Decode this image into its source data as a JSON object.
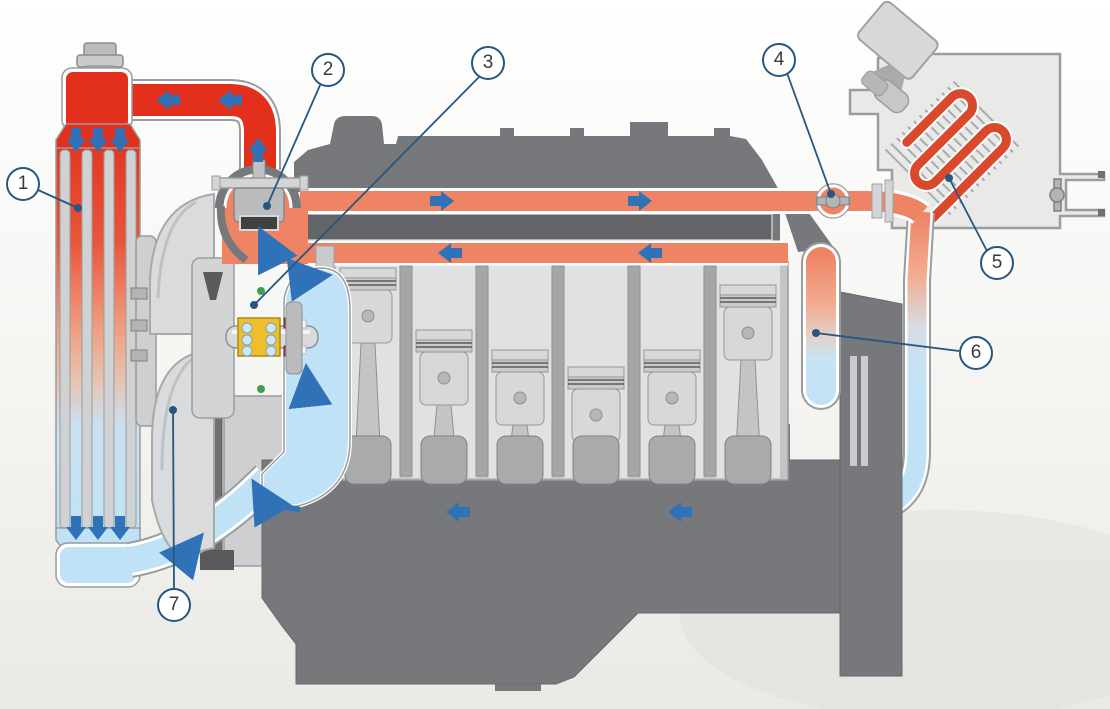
{
  "diagram": {
    "kind": "engine-cooling-system-cutaway"
  },
  "colors": {
    "hot_coolant": "#e2301c",
    "warm_coolant": "#ef8465",
    "cold_coolant": "#c0e2f6",
    "flow_arrow": "#2f72b8",
    "engine_dark": "#77787b",
    "engine_mid": "#c2c4c6",
    "engine_light": "#dadbdc",
    "bearing_cage": "#f0be2a",
    "callout_ring": "#27567f",
    "heater_core_tube": "#d84a2b"
  },
  "icons": {
    "flow-arrow": "directional coolant-flow arrow",
    "callout-circle": "numbered part callout",
    "radiator-cap-icon": "pressure cap",
    "valve-icon": "inline heater valve",
    "flap-icon": "air vent flap"
  },
  "callouts": [
    {
      "label": "1"
    },
    {
      "label": "2"
    },
    {
      "label": "3"
    },
    {
      "label": "4"
    },
    {
      "label": "5"
    },
    {
      "label": "6"
    },
    {
      "label": "7"
    }
  ]
}
